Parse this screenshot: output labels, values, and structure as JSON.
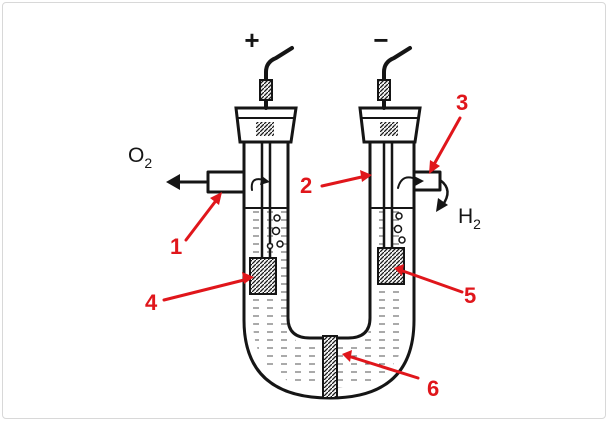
{
  "terminals": {
    "positive": "+",
    "negative": "−"
  },
  "gases": {
    "left": {
      "symbol": "O",
      "subscript": "2"
    },
    "right": {
      "symbol": "H",
      "subscript": "2"
    }
  },
  "labels": [
    "1",
    "2",
    "3",
    "4",
    "5",
    "6"
  ],
  "colors": {
    "label": "#e0161b",
    "ink": "#151515",
    "background": "#ffffff"
  }
}
